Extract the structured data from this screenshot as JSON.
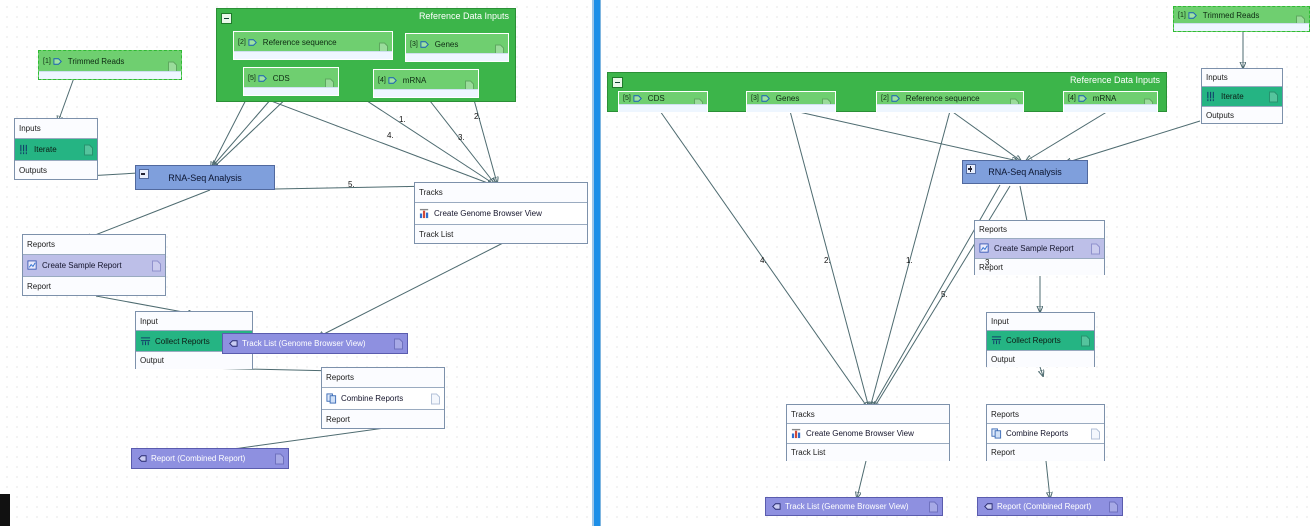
{
  "app": {
    "title": "Workflow Editor",
    "panes": [
      "left-workflow-pane",
      "right-workflow-pane"
    ]
  },
  "colors": {
    "group_green": "#3cb54a",
    "input_chip_green": "#6fcf70",
    "process_blue": "#7f9fdc",
    "iterate_green": "#25b483",
    "report_violet": "#bdbfe8",
    "terminal_violet": "#8e90e0",
    "wire": "#4e6b70",
    "divider_blue": "#1d8fe8"
  },
  "left": {
    "group": {
      "title": "Reference Data Inputs",
      "collapse_icon": "collapse-minus-icon",
      "inputs": [
        {
          "num": "[2]",
          "label": "Reference sequence",
          "icon": "input-arrow-icon",
          "doc_icon": "document-icon"
        },
        {
          "num": "[3]",
          "label": "Genes",
          "icon": "input-arrow-icon",
          "doc_icon": "document-icon"
        },
        {
          "num": "[5]",
          "label": "CDS",
          "icon": "input-arrow-icon",
          "doc_icon": "document-icon"
        },
        {
          "num": "[4]",
          "label": "mRNA",
          "icon": "input-arrow-icon",
          "doc_icon": "document-icon"
        }
      ]
    },
    "trimmed_reads": {
      "num": "[1]",
      "label": "Trimmed Reads",
      "icon": "input-arrow-icon",
      "doc_icon": "document-icon"
    },
    "iterate": {
      "head": "Inputs",
      "body": "Iterate",
      "foot": "Outputs",
      "icon": "iterate-icon",
      "doc_icon": "document-icon"
    },
    "rnaseq": {
      "label": "RNA-Seq Analysis",
      "expander_icon": "collapse-minus-icon"
    },
    "genome_browser": {
      "head": "Tracks",
      "body": "Create Genome Browser View",
      "foot": "Track List",
      "icon": "genome-browser-icon"
    },
    "sample_report": {
      "head": "Reports",
      "body": "Create Sample Report",
      "foot": "Report",
      "icon": "sample-report-icon",
      "doc_icon": "document-icon"
    },
    "collect_reports": {
      "head": "Input",
      "body": "Collect Reports",
      "foot": "Output",
      "icon": "collect-reports-icon"
    },
    "combine_reports": {
      "head": "Reports",
      "body": "Combine Reports",
      "foot": "Report",
      "icon": "combine-reports-icon",
      "doc_icon": "document-icon"
    },
    "track_list_out": {
      "label": "Track List (Genome Browser View)",
      "icon": "output-arrow-icon",
      "doc_icon": "document-icon"
    },
    "report_out": {
      "label": "Report (Combined Report)",
      "icon": "output-arrow-icon",
      "doc_icon": "document-icon"
    },
    "edge_labels": [
      "1.",
      "2.",
      "3.",
      "4.",
      "5."
    ]
  },
  "right": {
    "group": {
      "title": "Reference Data Inputs",
      "collapse_icon": "collapse-minus-icon",
      "inputs": [
        {
          "num": "[5]",
          "label": "CDS",
          "icon": "input-arrow-icon",
          "doc_icon": "document-icon"
        },
        {
          "num": "[3]",
          "label": "Genes",
          "icon": "input-arrow-icon",
          "doc_icon": "document-icon"
        },
        {
          "num": "[2]",
          "label": "Reference sequence",
          "icon": "input-arrow-icon",
          "doc_icon": "document-icon"
        },
        {
          "num": "[4]",
          "label": "mRNA",
          "icon": "input-arrow-icon",
          "doc_icon": "document-icon"
        }
      ]
    },
    "trimmed_reads": {
      "num": "[1]",
      "label": "Trimmed Reads",
      "icon": "input-arrow-icon",
      "doc_icon": "document-icon"
    },
    "iterate": {
      "head": "Inputs",
      "body": "Iterate",
      "foot": "Outputs",
      "icon": "iterate-icon",
      "doc_icon": "document-icon"
    },
    "rnaseq": {
      "label": "RNA-Seq Analysis",
      "expander_icon": "expand-plus-icon"
    },
    "sample_report": {
      "head": "Reports",
      "body": "Create Sample Report",
      "foot": "Report",
      "icon": "sample-report-icon",
      "doc_icon": "document-icon"
    },
    "collect_reports": {
      "head": "Input",
      "body": "Collect Reports",
      "foot": "Output",
      "icon": "collect-reports-icon",
      "doc_icon": "document-icon"
    },
    "genome_browser": {
      "head": "Tracks",
      "body": "Create Genome Browser View",
      "foot": "Track List",
      "icon": "genome-browser-icon"
    },
    "combine_reports": {
      "head": "Reports",
      "body": "Combine Reports",
      "foot": "Report",
      "icon": "combine-reports-icon",
      "doc_icon": "document-icon"
    },
    "track_list_out": {
      "label": "Track List (Genome Browser View)",
      "icon": "output-arrow-icon",
      "doc_icon": "document-icon"
    },
    "report_out": {
      "label": "Report (Combined Report)",
      "icon": "output-arrow-icon",
      "doc_icon": "document-icon"
    },
    "edge_labels": [
      "1.",
      "2.",
      "3.",
      "4.",
      "5."
    ]
  }
}
